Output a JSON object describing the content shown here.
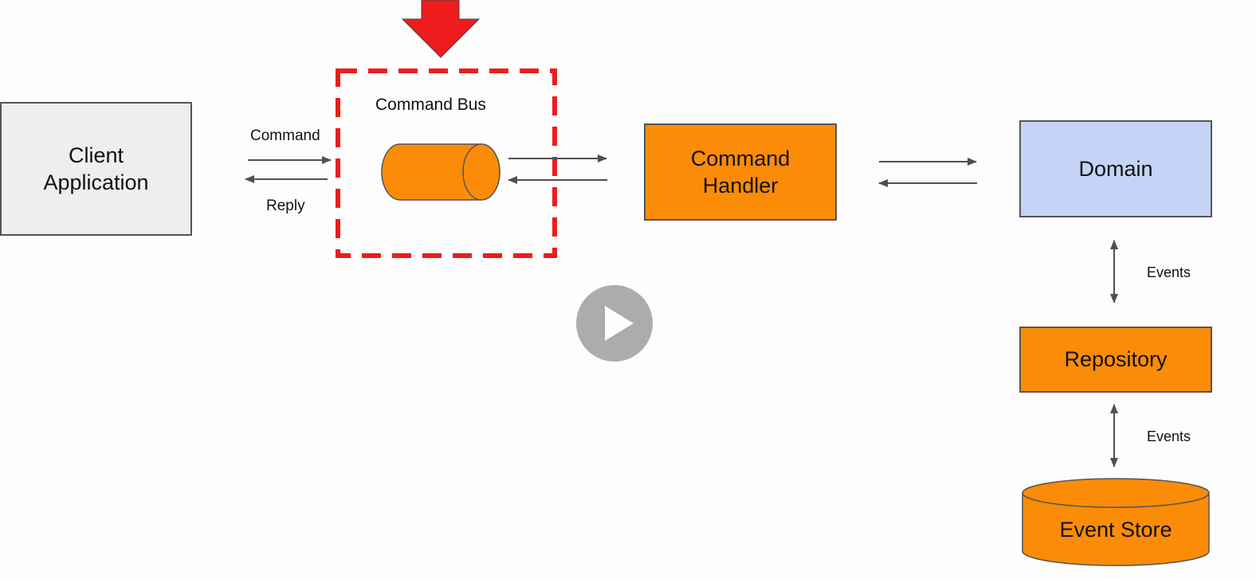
{
  "colors": {
    "client_fill": "#efedee",
    "orange_fill": "#fb8c08",
    "domain_fill": "#c5d4f6",
    "highlight_red": "#ee1c1c",
    "border_gray": "#555555",
    "arrow_gray": "#505050"
  },
  "client": {
    "line1": "Client",
    "line2": "Application"
  },
  "arrows": {
    "command_label": "Command",
    "reply_label": "Reply"
  },
  "command_bus": {
    "label": "Command Bus"
  },
  "command_handler": {
    "line1": "Command",
    "line2": "Handler"
  },
  "domain": {
    "label": "Domain"
  },
  "repository": {
    "label": "Repository"
  },
  "event_store": {
    "label": "Event Store"
  },
  "events_labels": {
    "domain_repository": "Events",
    "repository_store": "Events"
  },
  "video": {
    "play_icon": "play-icon"
  }
}
